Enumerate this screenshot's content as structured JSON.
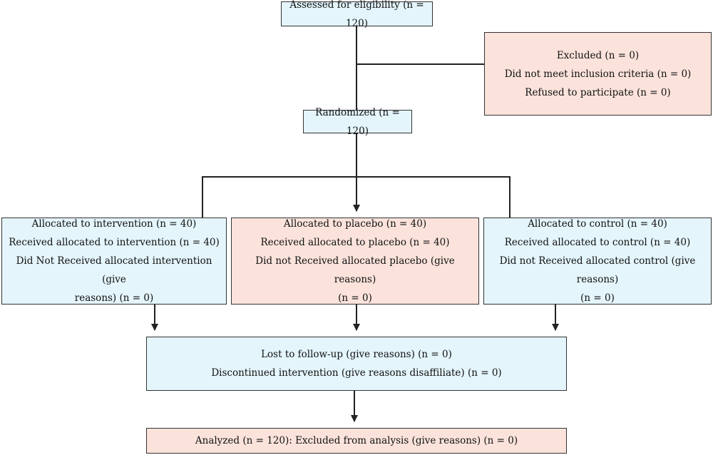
{
  "colors": {
    "blue_fill": "#e4f5fc",
    "pink_fill": "#fbe3dc",
    "line": "#222222"
  },
  "assessed": {
    "line1": "Assessed for eligibility (n = 120)"
  },
  "excluded": {
    "line1": "Excluded (n = 0)",
    "line2": "Did not meet inclusion criteria (n = 0)",
    "line3": "Refused to participate (n = 0)"
  },
  "randomized": {
    "line1": "Randomized (n = 120)"
  },
  "intervention": {
    "line1": "Allocated to intervention (n = 40)",
    "line2": "Received allocated to intervention (n = 40)",
    "line3": "Did Not Received allocated intervention (give",
    "line4": "reasons) (n = 0)"
  },
  "placebo": {
    "line1": "Allocated to placebo (n = 40)",
    "line2": "Received allocated to placebo (n = 40)",
    "line3": "Did not Received allocated placebo (give reasons)",
    "line4": "(n = 0)"
  },
  "control": {
    "line1": "Allocated to control (n = 40)",
    "line2": "Received allocated to control (n = 40)",
    "line3": "Did not Received allocated control (give reasons)",
    "line4": "(n = 0)"
  },
  "followup": {
    "line1": "Lost to follow-up (give reasons) (n = 0)",
    "line2": "Discontinued intervention (give reasons disaffiliate) (n = 0)"
  },
  "analyzed": {
    "line1": "Analyzed (n = 120): Excluded from analysis (give reasons) (n = 0)"
  }
}
